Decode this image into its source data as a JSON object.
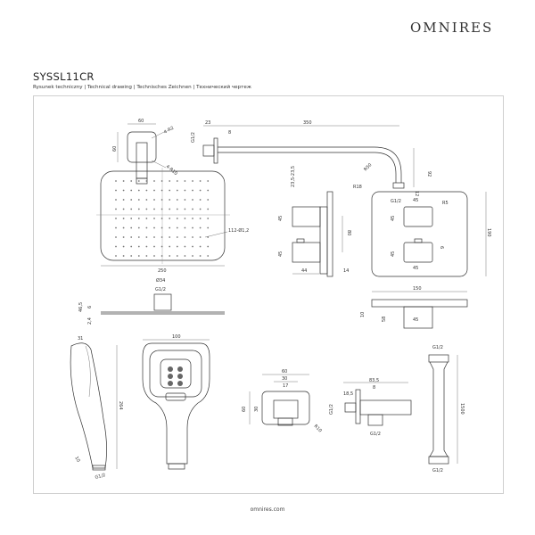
{
  "brand": {
    "logo": "OMNIRES",
    "footer": "omnires.com"
  },
  "header": {
    "model": "SYSSL11CR",
    "subtitle": "Rysunek techniczny | Technical drawing | Technisches Zeichnen | Технический чертеж"
  },
  "wall_connector": {
    "width": "60",
    "height": "60",
    "r_small": "4-R2",
    "r_large": "4-R10"
  },
  "shower_arm": {
    "flange": "23",
    "plate": "8",
    "length": "350",
    "thread": "G1/2",
    "diameter": "23,5-23,5",
    "radius": "R50",
    "drop": "92",
    "outlet": "12",
    "outlet_thread": "G1/2"
  },
  "rain_head": {
    "nozzles": "112-Ø1,2",
    "width": "250",
    "connector": "Ø34",
    "thread": "G1/2",
    "total_h": "46,5",
    "plate_h": "6",
    "thickness": "2,4"
  },
  "thermostat_side": {
    "knob1": "45",
    "knob2": "45",
    "spacing": "80",
    "depth": "44",
    "plate": "14"
  },
  "thermostat_front": {
    "corner": "R18",
    "knob_w_top": "45",
    "knob_r": "R5",
    "knob_h_top": "45",
    "knob_h_bottom": "45",
    "tab": "6",
    "knob_w_bottom": "45",
    "height": "190"
  },
  "thermostat_bottom": {
    "width": "150",
    "plate": "10",
    "depth": "58",
    "knob": "45"
  },
  "hand_shower": {
    "side_w": "31",
    "length": "264",
    "neck": "10",
    "thread": "G1/2",
    "front_w": "100"
  },
  "wall_elbow": {
    "w": "60",
    "inner": "30",
    "outlet": "17",
    "h": "60",
    "inner_h": "30",
    "radius": "R10",
    "depth": "83,5",
    "plate": "8",
    "neck": "18,5",
    "thread_back": "G1/2",
    "thread_out": "G1/2"
  },
  "hose": {
    "thread_top": "G1/2",
    "length": "1500",
    "thread_bottom": "G1/2"
  }
}
